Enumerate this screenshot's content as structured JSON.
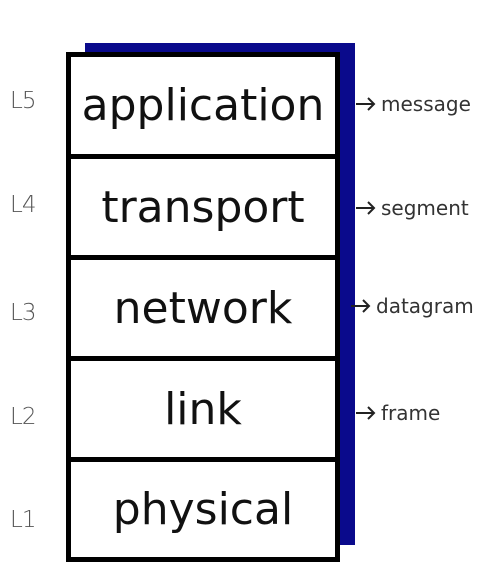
{
  "stack": {
    "layers": [
      {
        "name": "application",
        "level": "L5",
        "pdu": "message"
      },
      {
        "name": "transport",
        "level": "L4",
        "pdu": "segment"
      },
      {
        "name": "network",
        "level": "L3",
        "pdu": "datagram"
      },
      {
        "name": "link",
        "level": "L2",
        "pdu": "frame"
      },
      {
        "name": "physical",
        "level": "L1",
        "pdu": ""
      }
    ]
  },
  "colors": {
    "shadow": "#0a0a8c",
    "border": "#000000",
    "background": "#ffffff"
  },
  "icons": {
    "pdu_arrow": "arrow-right-icon"
  }
}
